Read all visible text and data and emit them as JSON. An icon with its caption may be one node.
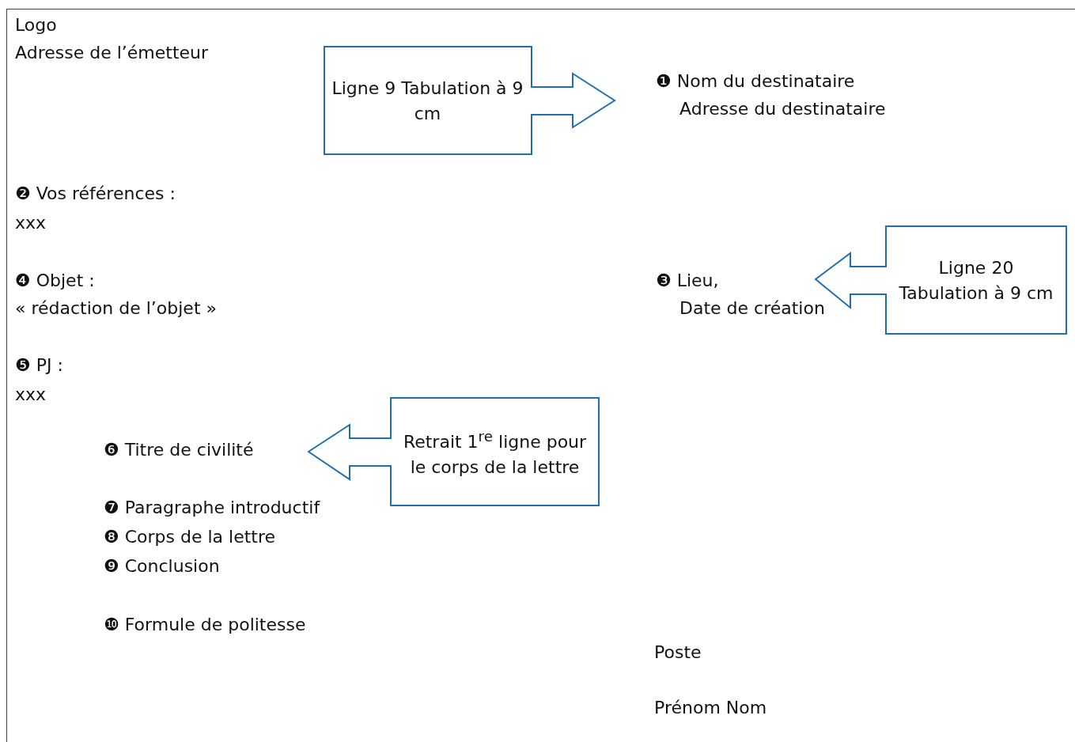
{
  "diagram": {
    "nodes": [
      {
        "text": [
          "Ligne 9 Tabulation à 9 cm"
        ]
      },
      {
        "text": [
          "Ligne 20 Tabulation à 9 cm"
        ]
      },
      {
        "text": [
          "Retrait 1$^{re}$ ligne pour le corps de la lettre"
        ]
      }
    ],
    "labels": [
      "Logo",
      "Adresse de l’émetteur",
      "❶ Nom du destinataire",
      "Adresse du destinataire",
      "❷ Vos références :",
      "xxx",
      "❹ Objet :",
      "« rédaction de l’objet »",
      "❸ Lieu,",
      "Date de création",
      "❺ PJ :",
      "xxx",
      "❻ Titre de civilité",
      "❼ Paragraphe introductif",
      "❽ Corps de la lettre",
      "❾ Conclusion",
      "❿ Formule de politesse",
      "Poste",
      "Prénom Nom"
    ]
  }
}
